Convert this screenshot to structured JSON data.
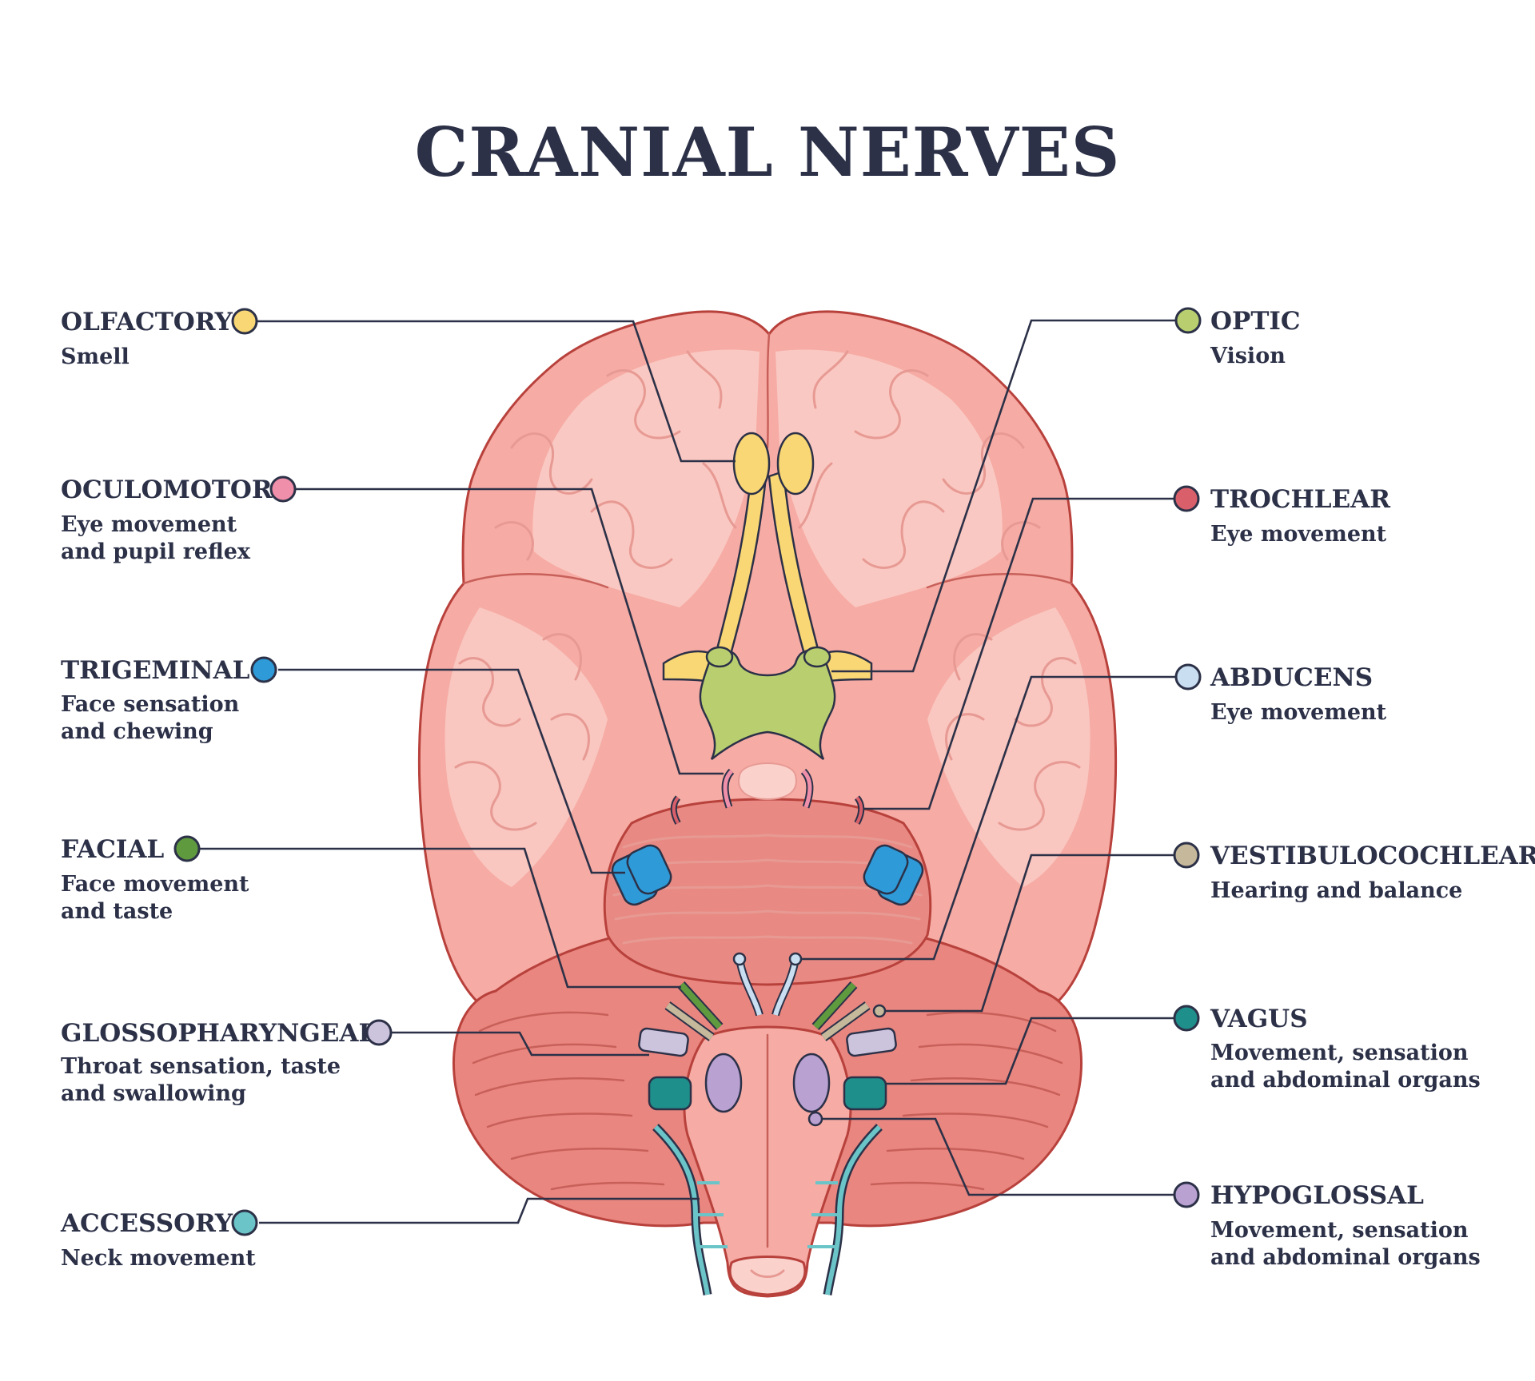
{
  "title": "CRANIAL NERVES",
  "colors": {
    "text": "#2c3148",
    "brain_fill": "#f6aba4",
    "brain_light": "#fbd1cc",
    "brain_outline": "#b8413c",
    "cerebellum": "#e9867f",
    "olfactory": "#f9d774",
    "optic": "#b9cf6f",
    "oculomotor": "#f08fa9",
    "trochlear": "#d9606b",
    "trigeminal": "#2e9ad8",
    "abducens": "#c9dff1",
    "facial": "#5f9a3f",
    "vestibulocochlear": "#c6b89a",
    "glossopharyngeal": "#ccc3dd",
    "vagus": "#1e8f8a",
    "accessory": "#6ac4c8",
    "hypoglossal": "#b9a1d2"
  },
  "nerves": {
    "olfactory": {
      "name": "OLFACTORY",
      "desc": [
        "Smell"
      ],
      "color": "olfactory"
    },
    "oculomotor": {
      "name": "OCULOMOTOR",
      "desc": [
        "Eye movement",
        "and pupil reflex"
      ],
      "color": "oculomotor"
    },
    "trigeminal": {
      "name": "TRIGEMINAL",
      "desc": [
        "Face sensation",
        "and chewing"
      ],
      "color": "trigeminal"
    },
    "facial": {
      "name": "FACIAL",
      "desc": [
        "Face movement",
        "and taste"
      ],
      "color": "facial"
    },
    "glossopharyngeal": {
      "name": "GLOSSOPHARYNGEAL",
      "desc": [
        "Throat sensation, taste",
        "and swallowing"
      ],
      "color": "glossopharyngeal"
    },
    "accessory": {
      "name": "ACCESSORY",
      "desc": [
        "Neck movement"
      ],
      "color": "accessory"
    },
    "optic": {
      "name": "OPTIC",
      "desc": [
        "Vision"
      ],
      "color": "optic"
    },
    "trochlear": {
      "name": "TROCHLEAR",
      "desc": [
        "Eye movement"
      ],
      "color": "trochlear"
    },
    "abducens": {
      "name": "ABDUCENS",
      "desc": [
        "Eye movement"
      ],
      "color": "abducens"
    },
    "vestibulocochlear": {
      "name": "VESTIBULOCOCHLEAR",
      "desc": [
        "Hearing and balance"
      ],
      "color": "vestibulocochlear"
    },
    "vagus": {
      "name": "VAGUS",
      "desc": [
        "Movement, sensation",
        "and abdominal organs"
      ],
      "color": "vagus"
    },
    "hypoglossal": {
      "name": "HYPOGLOSSAL",
      "desc": [
        "Movement, sensation",
        "and abdominal organs"
      ],
      "color": "hypoglossal"
    }
  }
}
